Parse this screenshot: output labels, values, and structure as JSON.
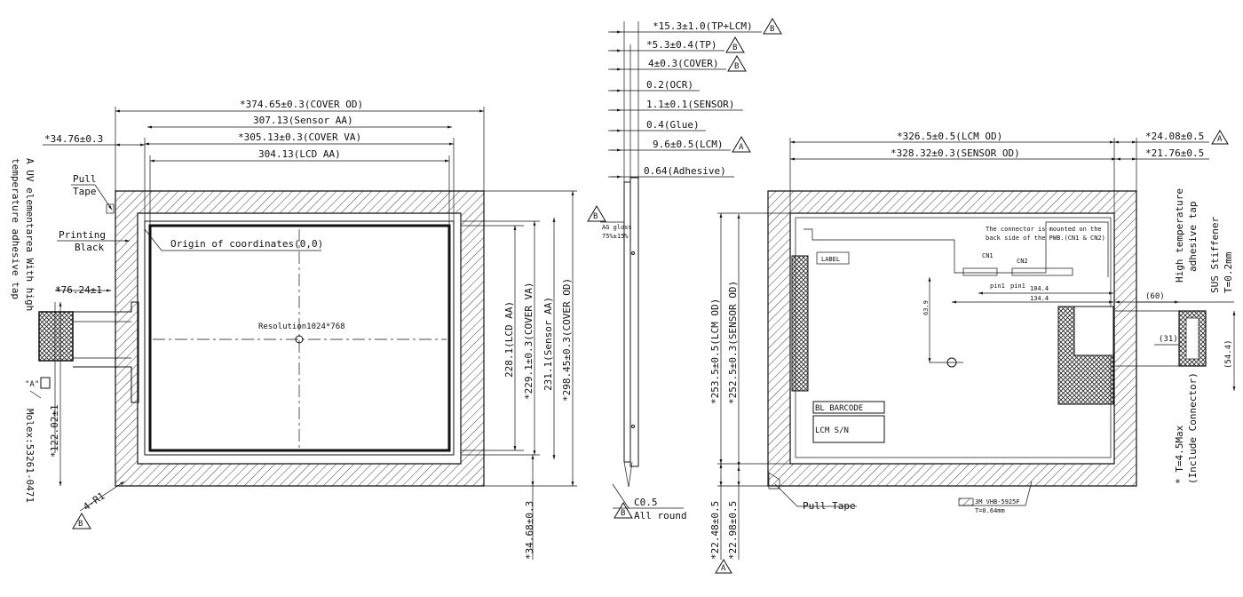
{
  "front": {
    "cover_od_w": "*374.65±0.3(COVER OD)",
    "sensor_aa_w": "307.13(Sensor AA)",
    "cover_va_w": "*305.13±0.3(COVER VA)",
    "lcd_aa_w": "304.13(LCD AA)",
    "left_offset": "*34.76±0.3",
    "pull_tape_1": "Pull",
    "pull_tape_2": "Tape",
    "printing_1": "Printing",
    "printing_2": "Black",
    "origin": "Origin of coordinates(0,0)",
    "resolution": "Resolution1024*768",
    "lcd_aa_h": "228.1(LCD AA)",
    "cover_va_h": "*229.1±0.3(COVER VA)",
    "sensor_aa_h": "231.1(Sensor AA)",
    "cover_od_h": "*298.45±0.3(COVER OD)",
    "fpc_offset": "*76.24±1",
    "fpc_height": "*122.02±1",
    "bottom_offset": "*34.68±0.3",
    "uv_note_1": "A UV elementarea With high",
    "uv_note_2": "temperature adhesive tap",
    "connector_note": "Molex:53261-0471",
    "detail_a": "\"A\"",
    "corner_radius": "4-R1",
    "datum_b": "B"
  },
  "side": {
    "layers": [
      {
        "text": "*15.3±1.0(TP+LCM)",
        "flag": "B"
      },
      {
        "text": "*5.3±0.4(TP)",
        "flag": "B"
      },
      {
        "text": "4±0.3(COVER)",
        "flag": "B"
      },
      {
        "text": "0.2(OCR)",
        "flag": ""
      },
      {
        "text": "1.1±0.1(SENSOR)",
        "flag": ""
      },
      {
        "text": "0.4(Glue)",
        "flag": ""
      },
      {
        "text": "9.6±0.5(LCM)",
        "flag": "A"
      },
      {
        "text": "0.64(Adhesive)",
        "flag": ""
      }
    ],
    "ag_gloss_1": "AG gloss",
    "ag_gloss_2": "75%±15%",
    "ag_flag": "B",
    "chamfer_1": "C0.5",
    "chamfer_2": "All round",
    "chamfer_flag": "B"
  },
  "back": {
    "lcm_od_w": "*326.5±0.5(LCM OD)",
    "sensor_od_w": "*328.32±0.3(SENSOR OD)",
    "right_1": "*24.08±0.5",
    "right_1_flag": "A",
    "right_2": "*21.76±0.5",
    "connector_note_1": "The connector is mounted on the",
    "connector_note_2": "back side of the PWB.(CN1 & CN2)",
    "cn1": "CN1",
    "cn2": "CN2",
    "pin1": "pin1",
    "label": "LABEL",
    "dim_104": "104.4",
    "dim_134": "134.4",
    "dim_63": "63.9",
    "lcm_od_h": "*253.5±0.5(LCM OD)",
    "sensor_od_h": "*252.5±0.3(SENSOR OD)",
    "barcode": "BL BARCODE",
    "lcm_sn": "LCM S/N",
    "bottom_1": "*22.48±0.5",
    "bottom_2": "*22.98±0.5",
    "bottom_flag": "A",
    "pull_tape": "Pull Tape",
    "vhb_1": "3M VHB-5925F",
    "vhb_2": "T=0.64mm",
    "dim_60": "(60)",
    "dim_31": "(31)",
    "dim_54": "(54.4)",
    "high_temp_1": "High temperature",
    "high_temp_2": "adhesive tap",
    "sus_1": "SUS Stiffener",
    "sus_2": "T=0.2mm",
    "tmax_1": "* T=4.5Max",
    "tmax_2": "(Include Connector)"
  }
}
